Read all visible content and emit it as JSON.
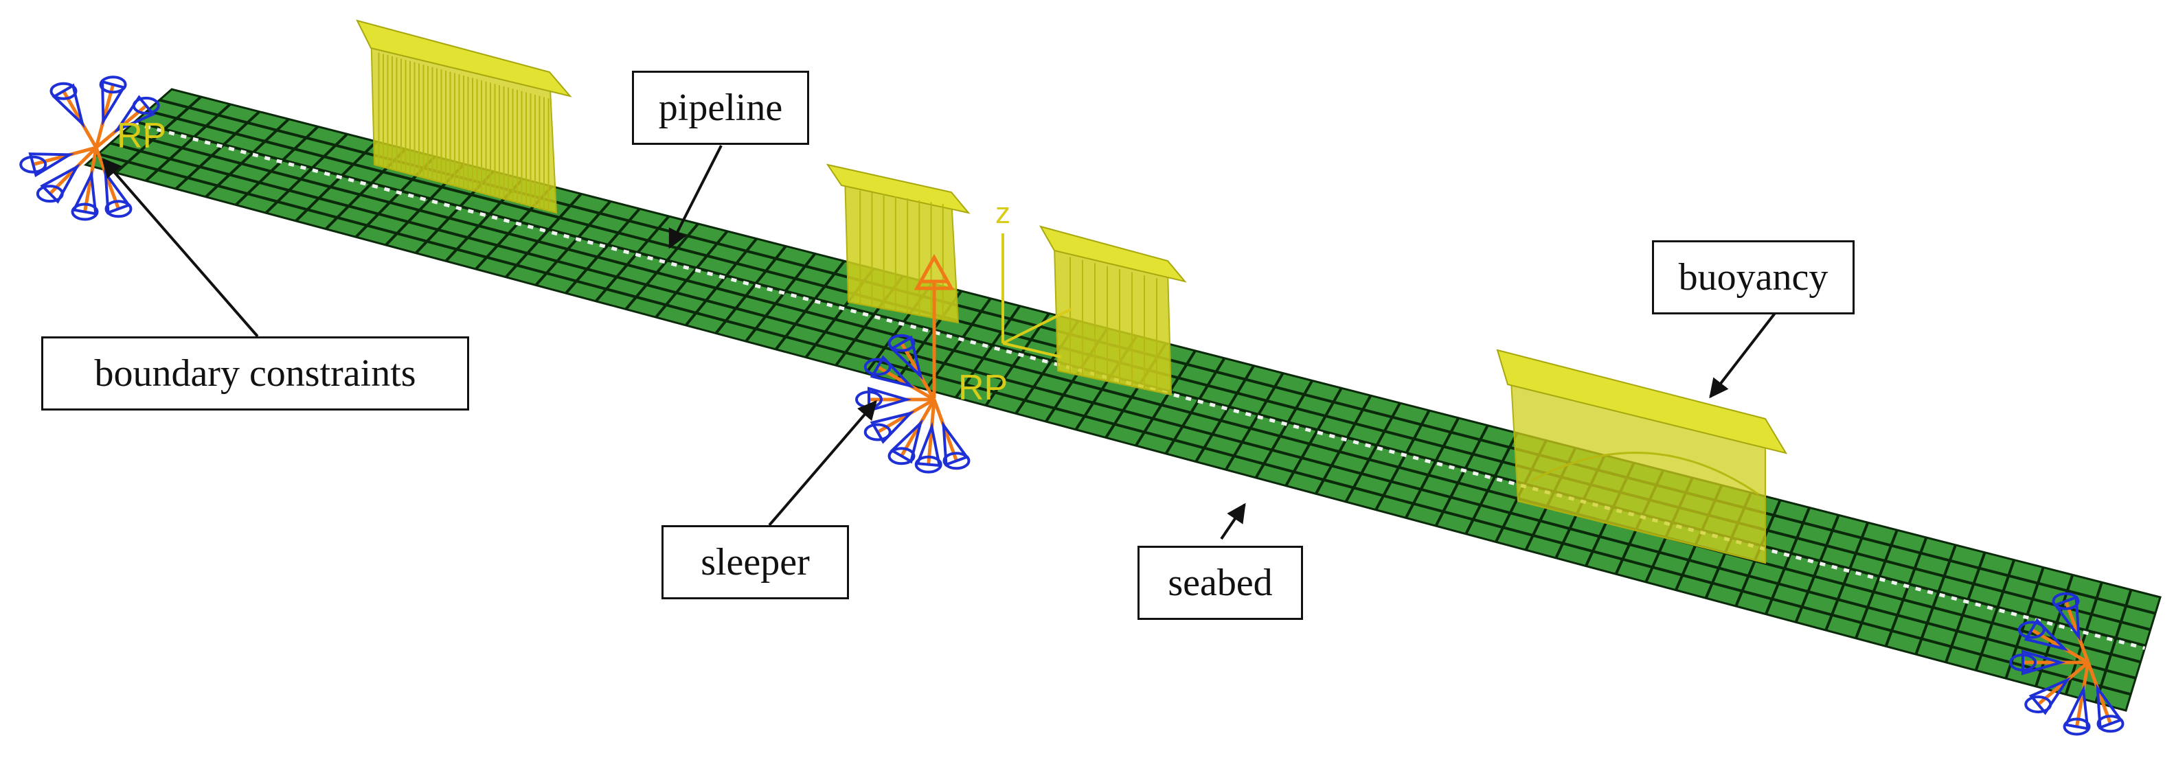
{
  "labels": {
    "pipeline": "pipeline",
    "boundary": "boundary constraints",
    "sleeper": "sleeper",
    "seabed": "seabed",
    "buoyancy": "buoyancy"
  },
  "markers": {
    "rp_left": "RP",
    "rp_center": "RP",
    "axis_z": "z"
  },
  "colors": {
    "seabed_fill": "#3c9a3a",
    "mesh_line": "#0b2a0b",
    "buoyancy_fill": "#cfcf1c",
    "constraint_blue": "#1f2fd6",
    "constraint_orange": "#f07a18",
    "rp_text": "#d8cc18"
  }
}
